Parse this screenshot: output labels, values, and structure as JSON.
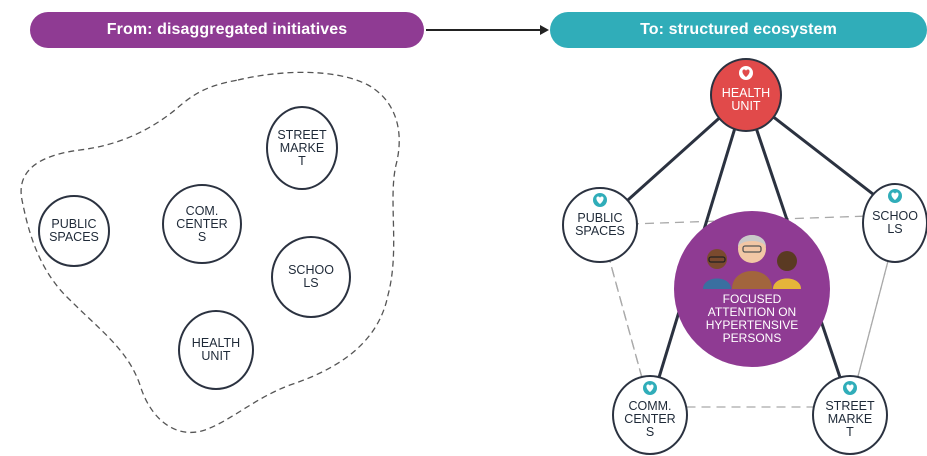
{
  "banners": {
    "from": "From: disaggregated initiatives",
    "to": "To: structured ecosystem"
  },
  "left_nodes": {
    "public_spaces": "PUBLIC\nSPACES",
    "com_centers": "COM.\nCENTER\nS",
    "street_market": "STREET\nMARKE\nT",
    "schools": "SCHOO\nLS",
    "health_unit": "HEALTH\nUNIT"
  },
  "right_nodes": {
    "health_unit": "HEALTH\nUNIT",
    "public_spaces": "PUBLIC\nSPACES",
    "schools": "SCHOO\nLS",
    "comm_centers": "COMM.\nCENTER\nS",
    "street_market": "STREET\nMARKE\nT",
    "center": "FOCUSED\nATTENTION ON\nHYPERTENSIVE\nPERSONS"
  },
  "colors": {
    "purple": "#8f3b93",
    "teal": "#30adb9",
    "red": "#e14a4a",
    "dark": "#2b3240"
  },
  "icons": [
    "heart-icon",
    "people-icon"
  ]
}
